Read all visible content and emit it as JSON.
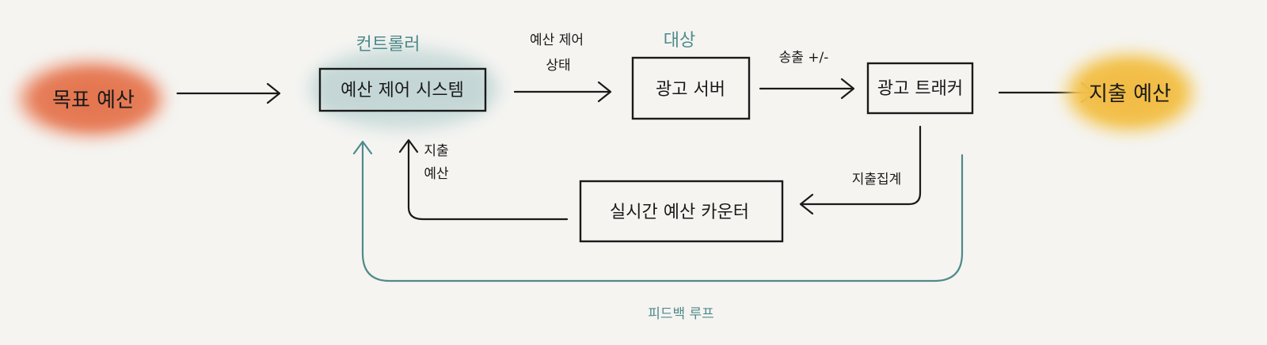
{
  "nodes": {
    "target_budget": "목표 예산",
    "controller_label": "컨트롤러",
    "budget_control_system": "예산 제어 시스템",
    "target_label": "대상",
    "ad_server": "광고 서버",
    "ad_tracker": "광고 트래커",
    "spent_budget": "지출 예산",
    "realtime_counter": "실시간 예산 카운터"
  },
  "edges": {
    "control_state_line1": "예산 제어",
    "control_state_line2": "상태",
    "impression": "송출 +/-",
    "spend_aggregate": "지출집계",
    "spent_budget_line1": "지출",
    "spent_budget_line2": "예산",
    "feedback_loop": "피드백 루프"
  },
  "colors": {
    "target_blob": "#e8825f",
    "spent_blob": "#f3c44e",
    "controller_blob": "#c9dbda",
    "feedback_teal": "#4f8a8b",
    "ink": "#1a1a1a",
    "background": "#f5f4f1"
  }
}
